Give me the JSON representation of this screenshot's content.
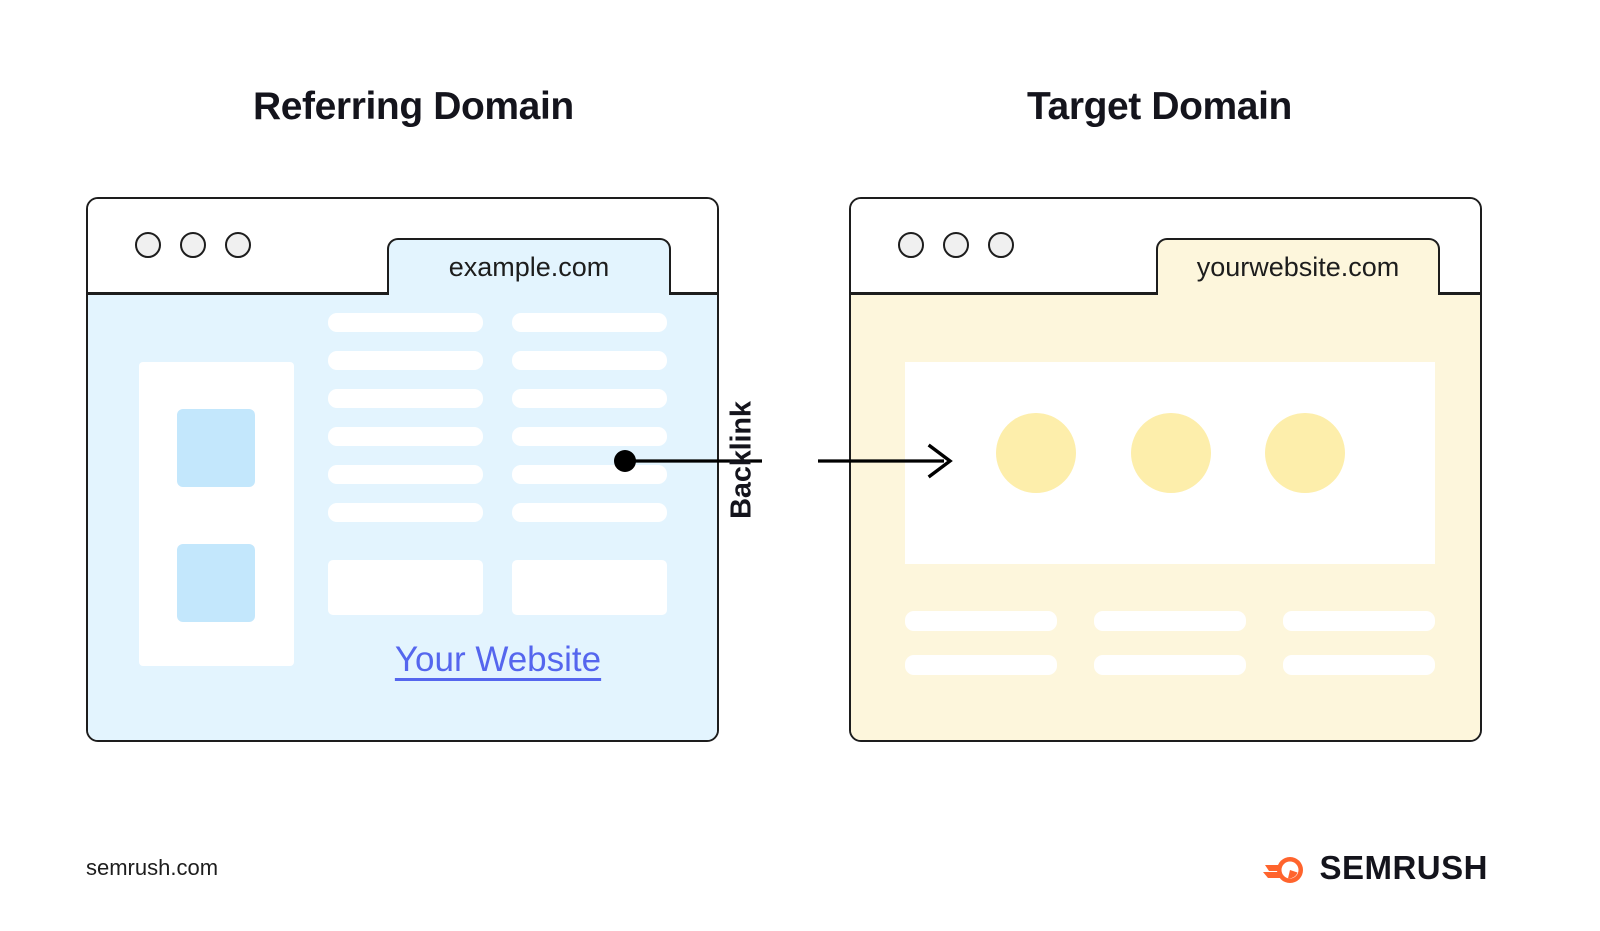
{
  "headings": {
    "referring": "Referring Domain",
    "target": "Target Domain"
  },
  "referring_window": {
    "tab_label": "example.com",
    "traffic_light_names": [
      "close-dot",
      "minimize-dot",
      "maximize-dot"
    ],
    "link_text": "Your Website",
    "link_color": "#5566ee",
    "background": "#e3f4fe",
    "accent": "#c3e7fc"
  },
  "target_window": {
    "tab_label": "yourwebsite.com",
    "traffic_light_names": [
      "close-dot",
      "minimize-dot",
      "maximize-dot"
    ],
    "background": "#fdf6dc",
    "accent": "#fdeeab"
  },
  "connector": {
    "label": "Backlink",
    "color": "#000000"
  },
  "footer": {
    "url": "semrush.com",
    "brand": "SEMRUSH",
    "brand_icon": "semrush-comet-icon",
    "brand_color": "#ff642d"
  }
}
